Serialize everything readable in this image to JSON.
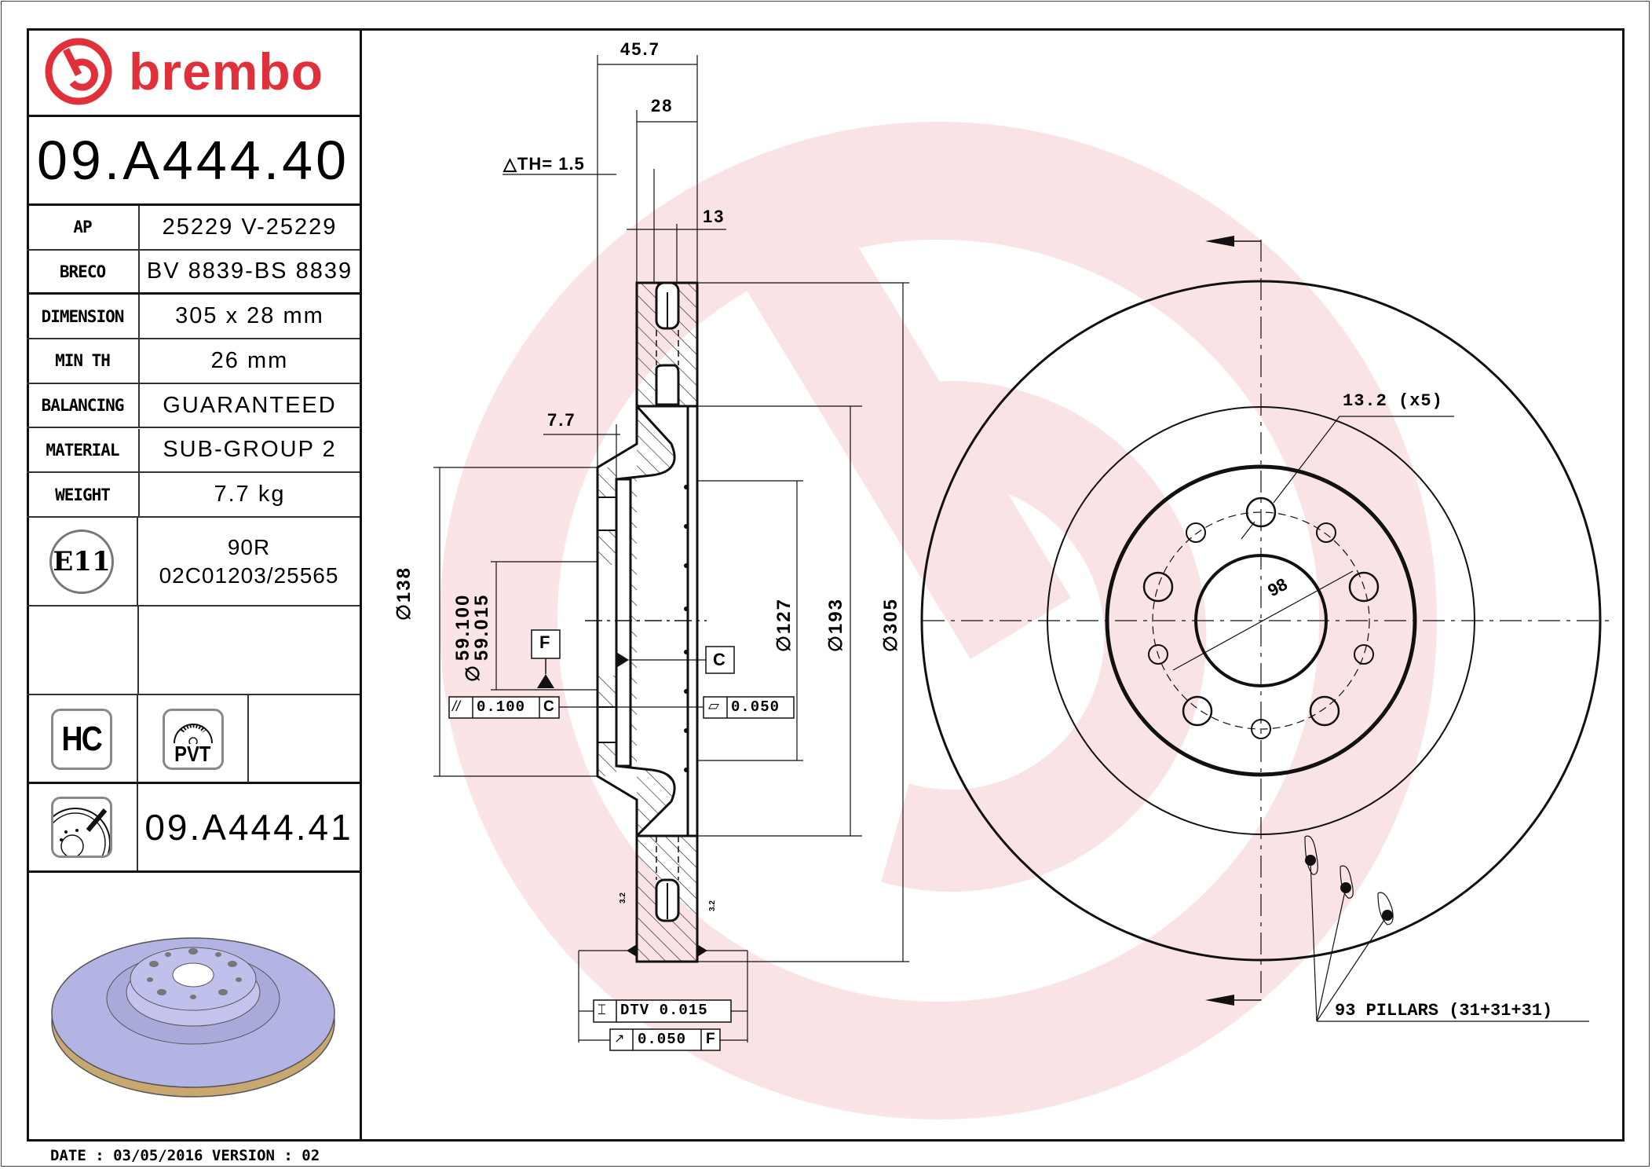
{
  "brand": {
    "name": "brembo",
    "color": "#e0303a"
  },
  "part_number": "09.A444.40",
  "specs": [
    {
      "label": "AP",
      "value": "25229 V-25229"
    },
    {
      "label": "BRECO",
      "value": "BV 8839-BS 8839"
    },
    {
      "label": "DIMENSION",
      "value": "305 x 28 mm"
    },
    {
      "label": "MIN TH",
      "value": "26 mm"
    },
    {
      "label": "BALANCING",
      "value": "GUARANTEED"
    },
    {
      "label": "MATERIAL",
      "value": "SUB-GROUP 2"
    },
    {
      "label": "WEIGHT",
      "value": "7.7 kg"
    }
  ],
  "approval": {
    "mark": "E11",
    "line1": "90R",
    "line2": "02C01203/25565"
  },
  "badges": {
    "hc": "HC",
    "pvt": "PVT"
  },
  "alternate_part": {
    "icon": "coated-disc-icon",
    "number": "09.A444.41"
  },
  "footer": {
    "text": "DATE : 03/05/2016 VERSION : 02"
  },
  "section_view": {
    "dims": {
      "overall_height": "45.7",
      "thickness": "28",
      "delta_th": "△TH= 1.5",
      "cheek": "13",
      "hat_offset": "7.7",
      "d138": "∅138",
      "pilot_max": "59.100",
      "pilot_min": "59.015",
      "pilot_symbol": "∅",
      "d127": "∅127",
      "d193": "∅193",
      "d305": "∅305"
    },
    "datums": {
      "f": "F",
      "c": "C"
    },
    "tolerances": {
      "parallelism": {
        "symbol": "//",
        "value": "0.100",
        "datum": "C"
      },
      "flatness": {
        "symbol": "▱",
        "value": "0.050"
      },
      "dtv": {
        "symbol": "⌶",
        "value": "DTV 0.015"
      },
      "runout": {
        "symbol": "↗",
        "value": "0.050",
        "datum": "F"
      }
    },
    "roughness": [
      "3.2",
      "3.2"
    ]
  },
  "front_view": {
    "bolt_holes": "13.2 (x5)",
    "pcd": "98",
    "pillars": "93 PILLARS (31+31+31)"
  }
}
